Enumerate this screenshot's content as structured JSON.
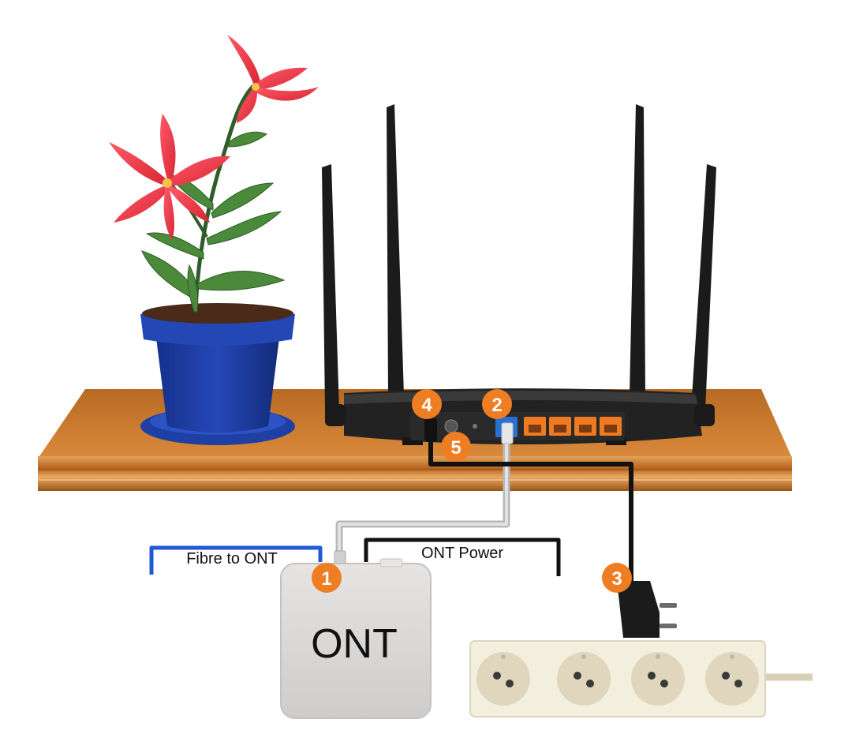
{
  "labels": {
    "fibre": "Fibre to ONT",
    "ont_power": "ONT Power",
    "ont_box": "ONT"
  },
  "badges": [
    "1",
    "2",
    "3",
    "4",
    "5"
  ],
  "colors": {
    "badge": "#ef7d22",
    "shelf": "#c8782e",
    "pot": "#1e3fa3",
    "petal": "#e83a4a",
    "leaf": "#4a8a3a",
    "router": "#1b1b1b",
    "port": "#f07a22",
    "fibre_cable": "#1f5ad6",
    "ethernet_cable": "#c9c9c9",
    "ont": "#dddbd9",
    "power_strip": "#f3efdf"
  }
}
